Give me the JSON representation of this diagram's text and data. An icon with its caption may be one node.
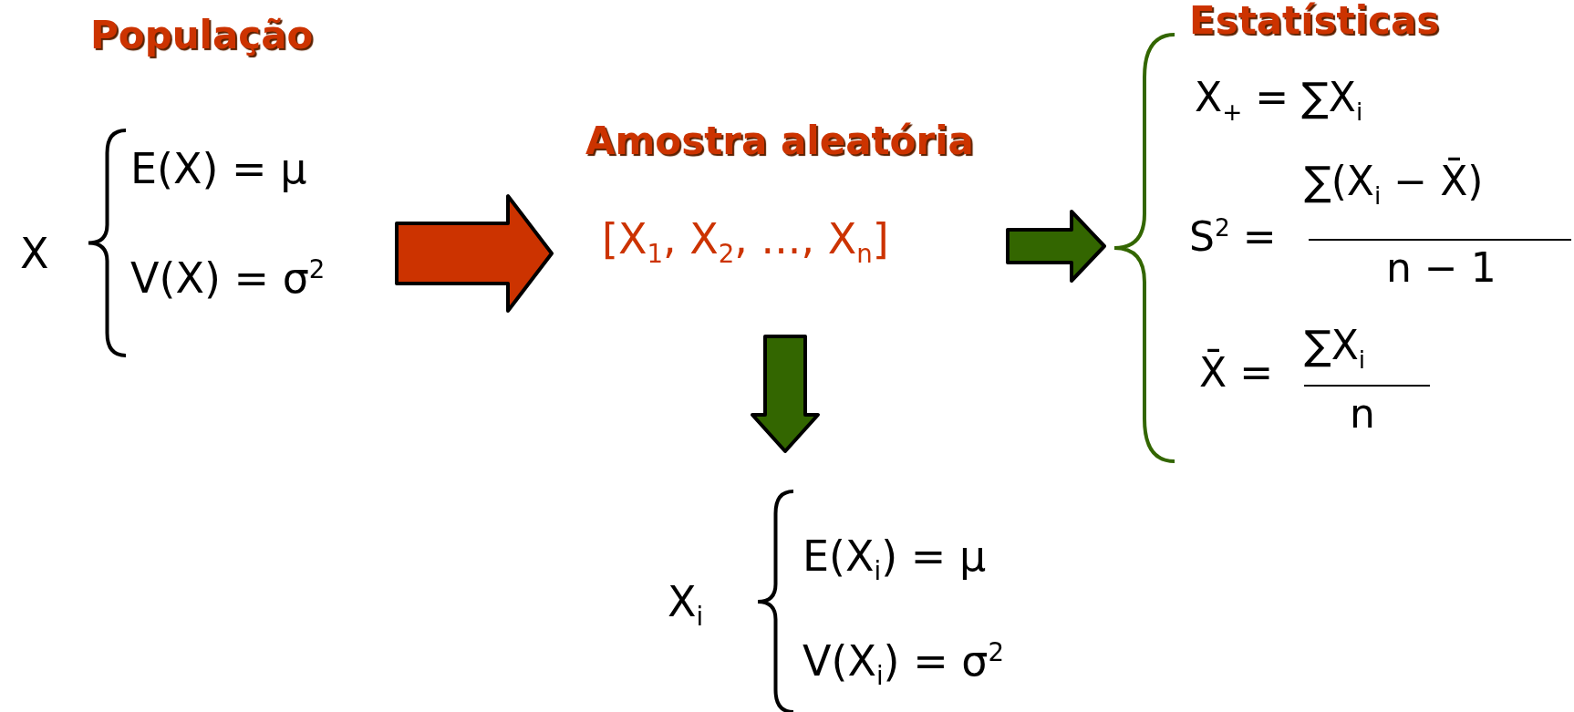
{
  "diagram": {
    "nodes": [
      {
        "text": [
          "População",
          "X",
          "E(X) = μ",
          "V(X) = σ$^{2}$"
        ]
      },
      {
        "text": [
          "Amostra aleatória",
          "[X$_{1}$, X$_{2}$, ..., X$_{n}$]"
        ]
      },
      {
        "text": [
          "Estatísticas",
          "X$_{+}$ = ∑X$_{i}$",
          "S$^{2}$ =",
          "∑(X$_{i}$ − X̄)",
          "n − 1",
          "X̄ =",
          "∑X$_{i}$",
          "n"
        ]
      },
      {
        "text": [
          "X$_{i}$",
          "E(X$_{i}$) = μ",
          "V(X$_{i}$) = σ$^{2}$"
        ]
      }
    ],
    "edges": [
      {
        "from": 0,
        "to": 1,
        "arrow": "to",
        "color": "#cc3300"
      },
      {
        "from": 1,
        "to": 2,
        "arrow": "to"
      },
      {
        "from": 1,
        "to": 3,
        "arrow": "to"
      }
    ]
  }
}
